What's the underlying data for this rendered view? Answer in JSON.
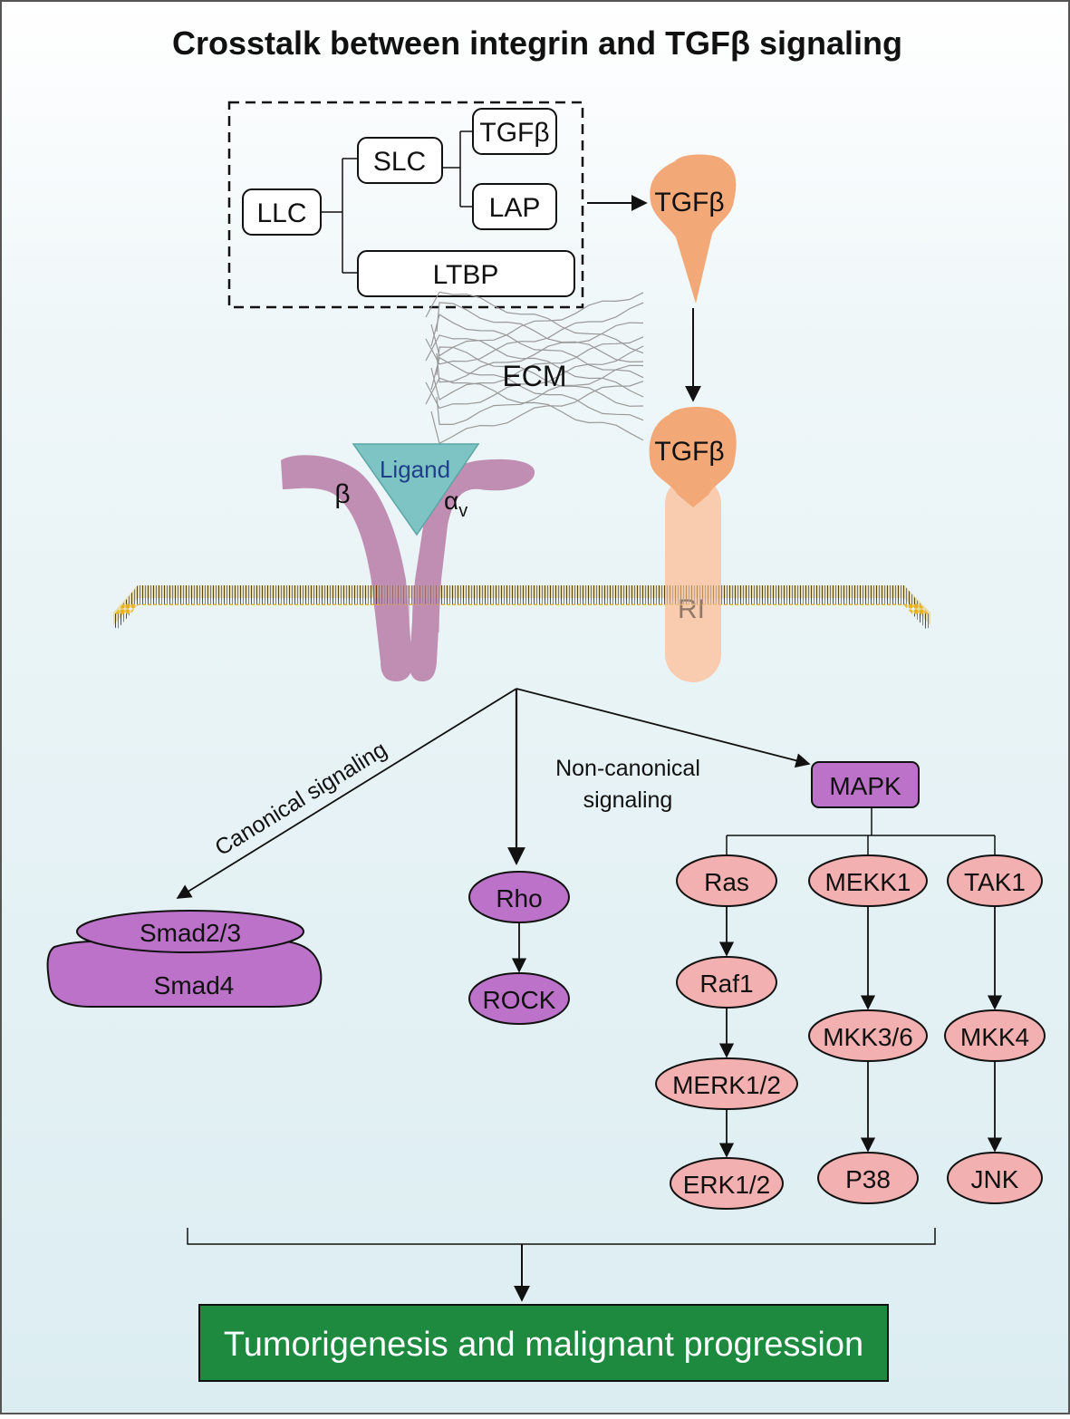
{
  "title": "Crosstalk between integrin and TGFβ signaling",
  "latent_complex": {
    "llc": "LLC",
    "slc": "SLC",
    "tgfb": "TGFβ",
    "lap": "LAP",
    "ltbp": "LTBP"
  },
  "free_tgfb": "TGFβ",
  "ecm": "ECM",
  "integrin": {
    "ligand": "Ligand",
    "beta": "β",
    "alpha": "α",
    "alpha_sub": "v"
  },
  "receptor": {
    "ligand": "TGFβ",
    "name": "RI"
  },
  "pathway_labels": {
    "canonical": "Canonical signaling",
    "noncanonical_1": "Non-canonical",
    "noncanonical_2": "signaling"
  },
  "smad": {
    "top": "Smad2/3",
    "bottom": "Smad4"
  },
  "rho_path": {
    "rho": "Rho",
    "rock": "ROCK"
  },
  "mapk": {
    "label": "MAPK",
    "col1": [
      "Ras",
      "Raf1",
      "MERK1/2",
      "ERK1/2"
    ],
    "col2": [
      "MEKK1",
      "MKK3/6",
      "P38"
    ],
    "col3": [
      "TAK1",
      "MKK4",
      "JNK"
    ]
  },
  "outcome": "Tumorigenesis and malignant progression",
  "colors": {
    "tgfb": "#f2a877",
    "receptor": "#f9ccb0",
    "integrin": "#c08eb2",
    "ligand": "#7fc4c4",
    "purple_node": "#bb72c8",
    "pink_node": "#f3b0b0",
    "outcome_bg": "#1e8a3f",
    "membrane_head": "#e8b21e"
  }
}
